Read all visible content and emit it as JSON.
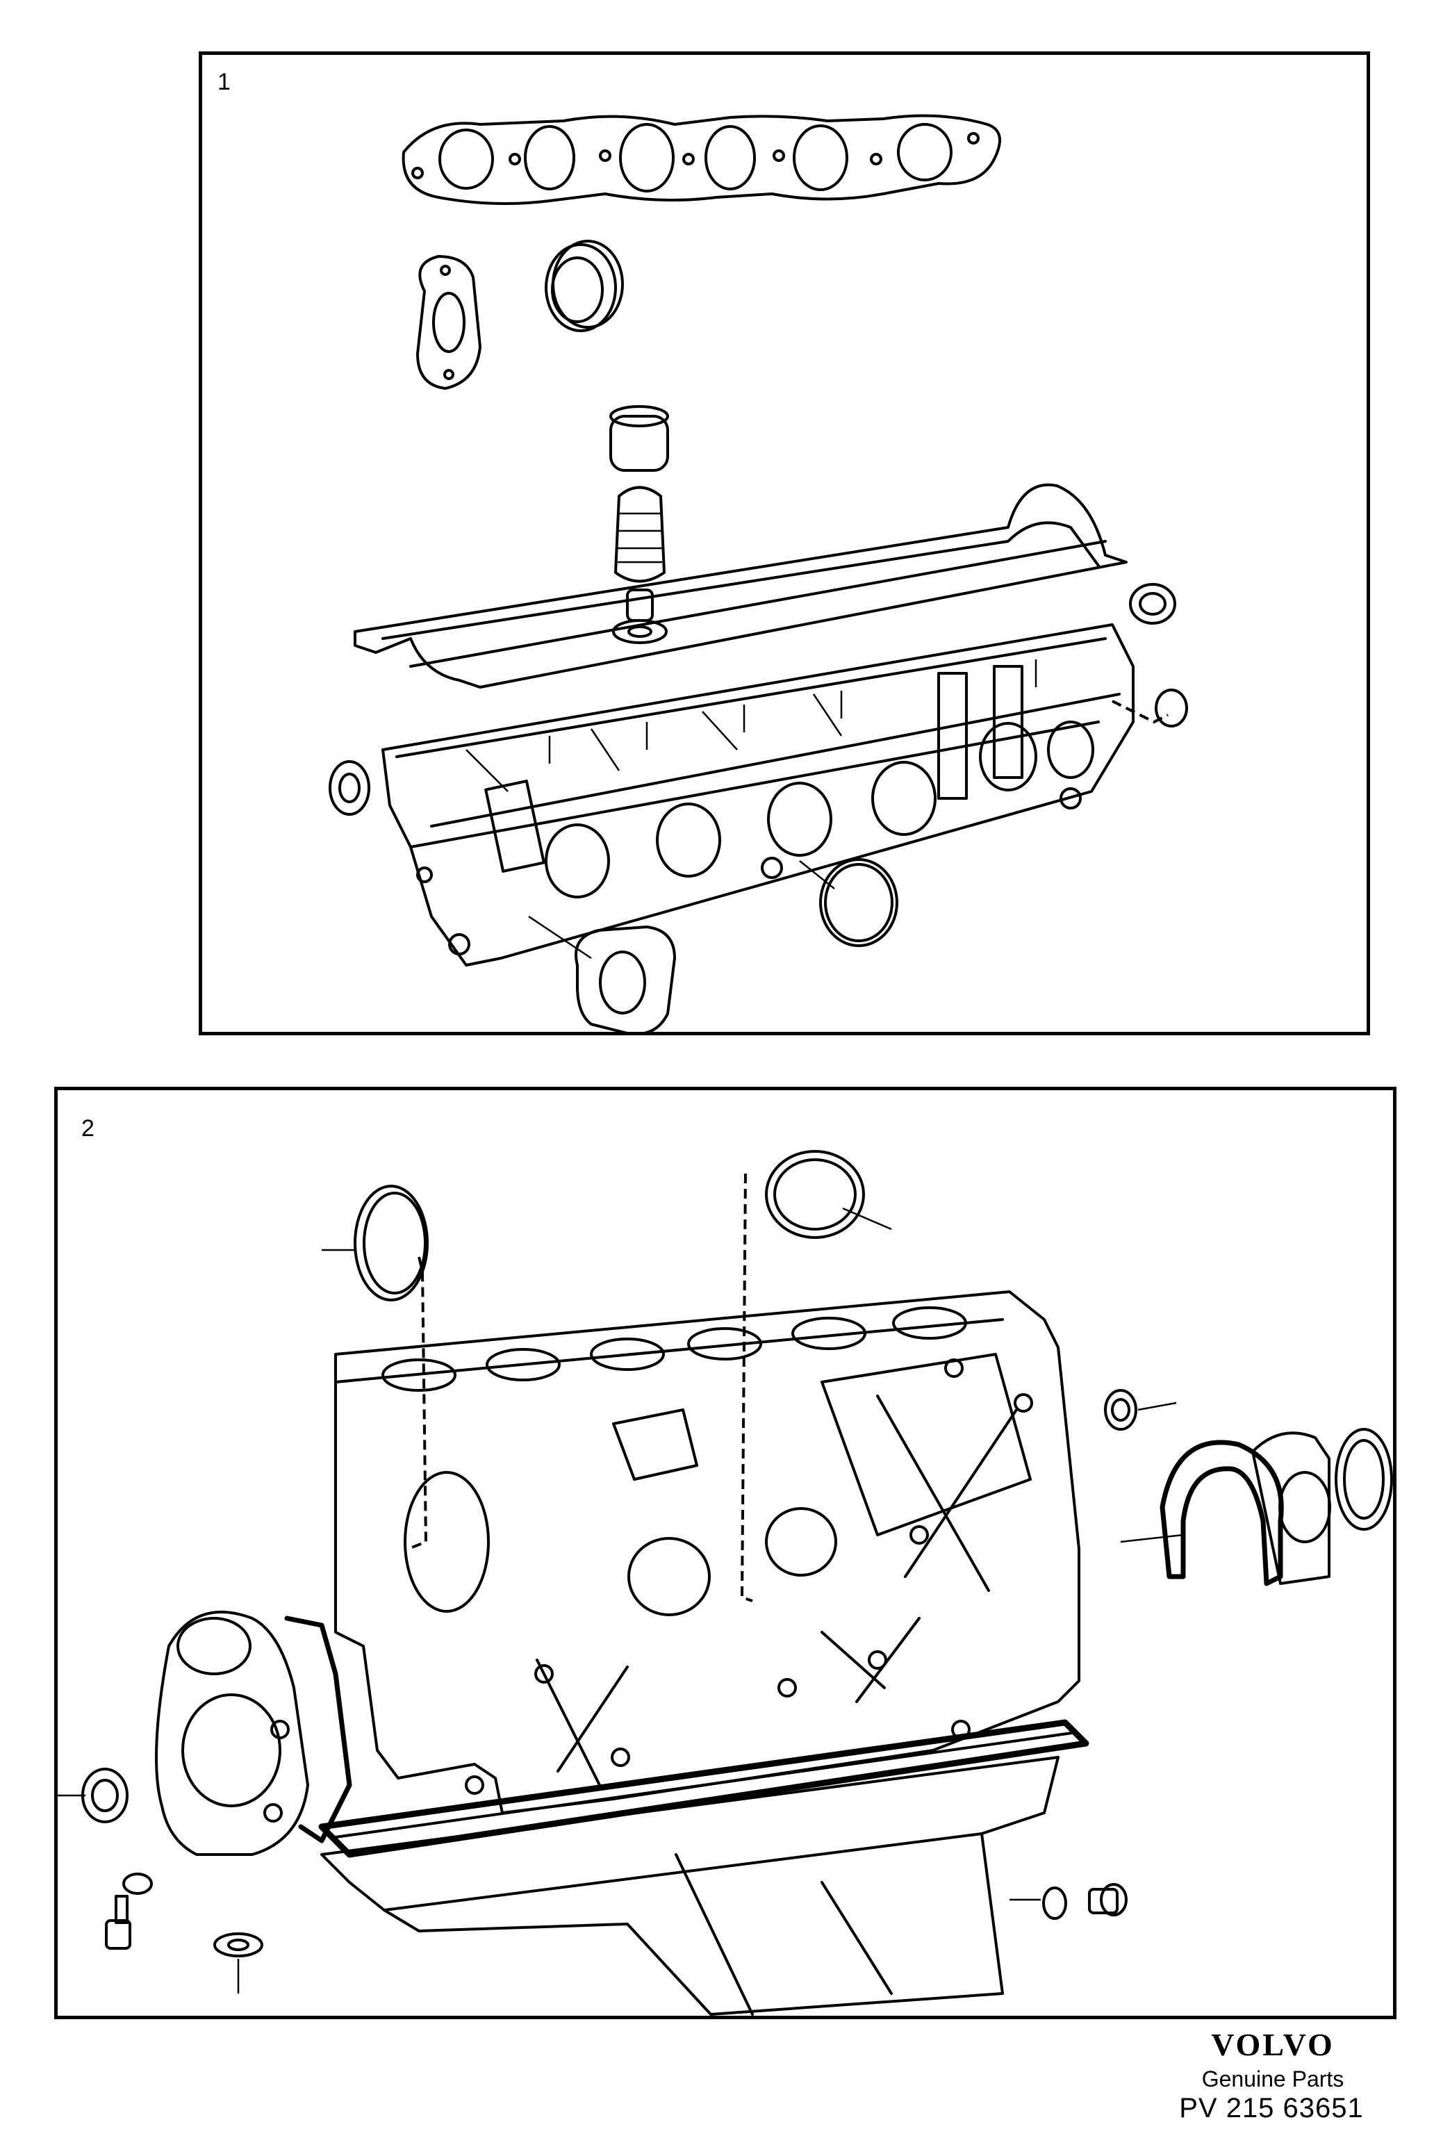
{
  "panels": [
    {
      "label": "1"
    },
    {
      "label": "2"
    }
  ],
  "footer": {
    "brand": "VOLVO",
    "subtitle": "Genuine Parts",
    "reference": "PV 215 63651"
  }
}
